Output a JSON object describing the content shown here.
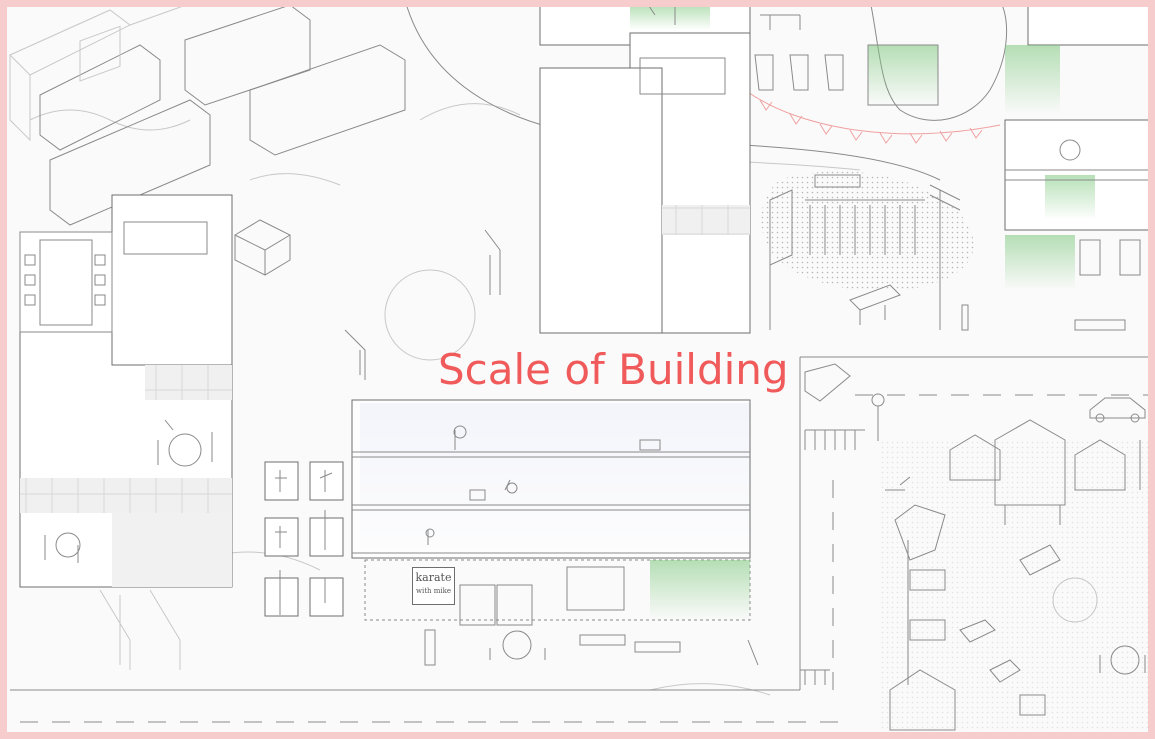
{
  "title": "Scale of Building",
  "sign": {
    "line1": "karate",
    "line2": "with mike"
  },
  "colors": {
    "title": "#f05a5a",
    "frame": "#f6cccc",
    "vegetation": "#7cc77c",
    "glass": "#9aa6e6",
    "bunting": "#f0a0a0"
  }
}
